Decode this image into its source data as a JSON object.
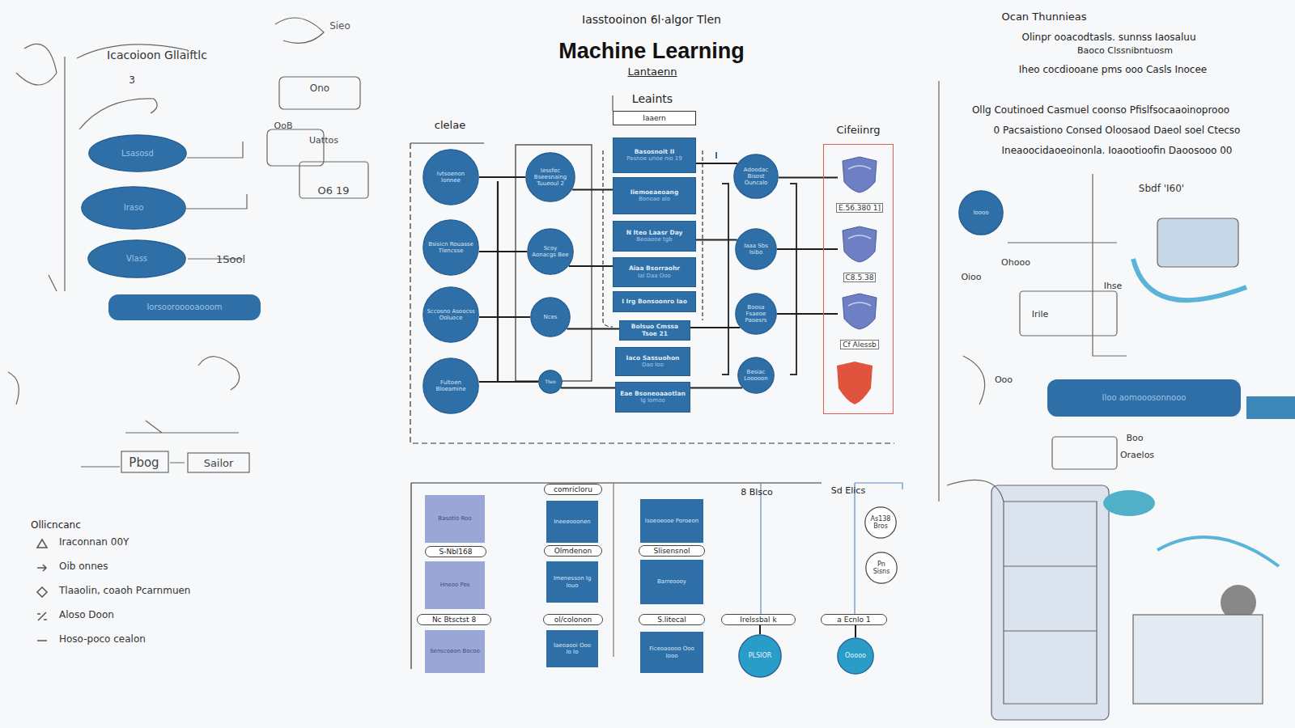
{
  "diagram": {
    "title": "Machine Learning",
    "nodes": [
      {
        "text": [
          "Lsasosd"
        ]
      },
      {
        "text": [
          "Iraso"
        ]
      },
      {
        "text": [
          "Vlass"
        ]
      },
      {
        "text": [
          "Iorsoorooooaooom"
        ]
      },
      {
        "text": [
          "Iaaern"
        ]
      },
      {
        "text": [
          "Ivtsoenon Ionnee"
        ]
      },
      {
        "text": [
          "Bsisicn Rouasse Tlencsse"
        ]
      },
      {
        "text": [
          "Sccosno Asoocss Ooluoce"
        ]
      },
      {
        "text": [
          "Fultoen Bloeamine"
        ]
      },
      {
        "text": [
          "Iessfec Bseesnaing Tuueoul 2"
        ]
      },
      {
        "text": [
          "Scoy Aonacgs Bee"
        ]
      },
      {
        "text": [
          "Nces"
        ]
      },
      {
        "text": [
          "Tteo"
        ]
      },
      {
        "text": [
          "Basosnoit II",
          "Pasnoe unoe nio 19"
        ]
      },
      {
        "text": [
          "Iiemoeaeoang",
          "Bonoae alo"
        ]
      },
      {
        "text": [
          "N Iteo Laasr Day",
          "Beoaooe tgb"
        ]
      },
      {
        "text": [
          "Aiaa Bsorraohr",
          "Ial Daa Ooo"
        ]
      },
      {
        "text": [
          "I Irg Bonsoonro Iao"
        ]
      },
      {
        "text": [
          "Bolsuo Cmssa Tsoe 21"
        ]
      },
      {
        "text": [
          "Iaco Sassuohon",
          "Dao Ioo"
        ]
      },
      {
        "text": [
          "Eae Bsoneoaaotlan",
          "Ig Iomoo"
        ]
      },
      {
        "text": [
          "Adoodac Bisost Ouncalo"
        ]
      },
      {
        "text": [
          "Iaaa Sbs Isibo"
        ]
      },
      {
        "text": [
          "Boosa Fsaeoe Paoesrs"
        ]
      },
      {
        "text": [
          "Besiac Looooon"
        ]
      },
      {
        "text": [
          "Cifeiinrg"
        ]
      },
      {
        "text": [
          "E.56.380 1]"
        ],
        "in": 25
      },
      {
        "text": [
          "C8.5.38"
        ],
        "in": 25
      },
      {
        "text": [
          "Cf Alessb"
        ],
        "in": 25
      },
      {
        "text": [
          "Basotlo Roo"
        ]
      },
      {
        "text": [
          "S-Nbl168"
        ]
      },
      {
        "text": [
          "Hneoo Pos"
        ]
      },
      {
        "text": [
          "Nc Btsctst 8"
        ]
      },
      {
        "text": [
          "Senscoeon Bocoo"
        ]
      },
      {
        "text": [
          "comricloru"
        ]
      },
      {
        "text": [
          "Ineeeooonen"
        ]
      },
      {
        "text": [
          "Olmdenon"
        ]
      },
      {
        "text": [
          "Imenesson Ig Iouo"
        ]
      },
      {
        "text": [
          "ol/colonon"
        ]
      },
      {
        "text": [
          "Iaeoaooi Ooo Io Io"
        ]
      },
      {
        "text": [
          "Isoeoeooe Poroeon"
        ]
      },
      {
        "text": [
          "Slisensnol"
        ]
      },
      {
        "text": [
          "Barreoooy"
        ]
      },
      {
        "text": [
          "S.litecal"
        ]
      },
      {
        "text": [
          "Ficeoaoooo Ooo Iooo"
        ]
      },
      {
        "text": [
          "Irelssbal k"
        ]
      },
      {
        "text": [
          "PLSIOR"
        ]
      },
      {
        "text": [
          "As138 Bros"
        ]
      },
      {
        "text": [
          "Pn Sisns"
        ]
      },
      {
        "text": [
          "a Ecnlo 1"
        ]
      },
      {
        "text": [
          "Ooooo"
        ]
      },
      {
        "text": [
          "Ioooo"
        ]
      },
      {
        "text": [
          "Iloo aomooosonnooo"
        ]
      }
    ],
    "edges": [
      {
        "from": 5,
        "to": 9,
        "arrow": "none"
      },
      {
        "from": 6,
        "to": 10,
        "arrow": "none"
      },
      {
        "from": 7,
        "to": 11,
        "arrow": "none"
      },
      {
        "from": 8,
        "to": 12,
        "arrow": "none"
      },
      {
        "from": 9,
        "to": 14,
        "arrow": "none"
      },
      {
        "from": 10,
        "to": 16,
        "arrow": "none"
      },
      {
        "from": 11,
        "to": 18,
        "arrow": "none"
      },
      {
        "from": 12,
        "to": 20,
        "arrow": "none"
      },
      {
        "from": 13,
        "to": 21,
        "arrow": "none"
      },
      {
        "from": 15,
        "to": 22,
        "arrow": "none"
      },
      {
        "from": 18,
        "to": 23,
        "arrow": "none"
      },
      {
        "from": 20,
        "to": 24,
        "arrow": "none"
      },
      {
        "from": 21,
        "to": 26,
        "arrow": "none"
      },
      {
        "from": 22,
        "to": 27,
        "arrow": "none"
      },
      {
        "from": 23,
        "to": 28,
        "arrow": "none"
      },
      {
        "from": 45,
        "to": 46,
        "arrow": "none"
      },
      {
        "from": 49,
        "to": 50,
        "arrow": "none"
      }
    ],
    "labels": [
      "Iasstooinon 6l·algor Tlen",
      "Lantaenn",
      "Leaints",
      "clelae",
      "8 Blsco",
      "Sd Elics",
      "Icacoioon Gllaiftlc",
      "3",
      "Sieo",
      "Ono",
      "Uattos",
      "OoB",
      "O6 19",
      "1Sool",
      "Pbog",
      "Sailor",
      "Ollicncanc",
      "Ocan Thunnieas",
      "Olinpr ooacodtasls. sunnss Iaosaluu",
      "Baoco Clssnibntuosm",
      "Iheo cocdiooane pms ooo Casls Inocee",
      "Ollg Coutinoed Casmuel coonso Pfislfsocaaoinoprooo",
      "0 Pacsaistiono Consed Oloosaod Daeol soel Ctecso",
      "Ineaoocidaoeoinonla. Ioaootioofin Daoosooo 00",
      "Sbdf 'I60'",
      "Oioo",
      "Ohooo",
      "Ihse",
      "Irile",
      "Ooo",
      "Oraelos",
      "Boo"
    ],
    "legend": [
      {
        "text": "Iraconnan 00Y"
      },
      {
        "text": "Oib onnes"
      },
      {
        "text": "Tlaaolin, coaoh Pcarnmuen"
      },
      {
        "text": "Aloso Doon"
      },
      {
        "text": "Hoso-poco cealon"
      }
    ]
  }
}
